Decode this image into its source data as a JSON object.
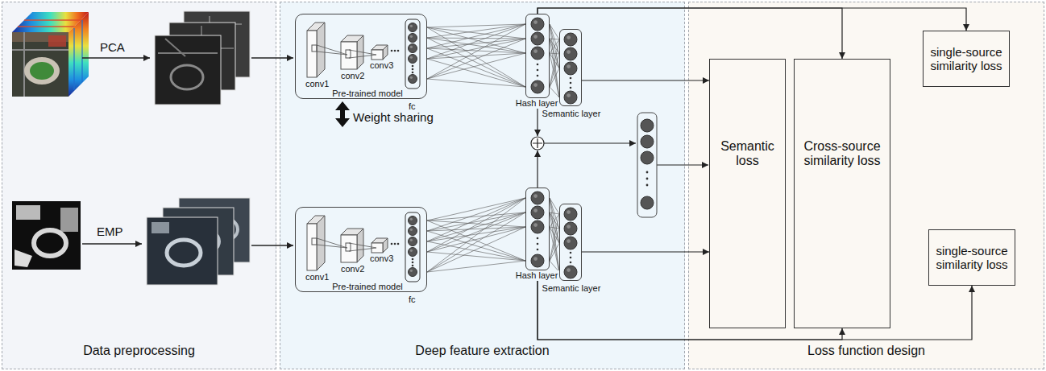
{
  "diagram": {
    "nodes": [
      {
        "text": [
          "Data preprocessing"
        ]
      },
      {
        "text": [
          "Deep feature extraction"
        ]
      },
      {
        "text": [
          "Loss function design"
        ]
      },
      {
        "text": [
          "conv1",
          "conv2",
          "conv3",
          "Pre-trained model",
          "fc"
        ],
        "in": 1
      },
      {
        "text": [
          "Hash layer"
        ],
        "in": 1
      },
      {
        "text": [
          "Semantic layer"
        ],
        "in": 1
      },
      {
        "text": [
          "conv1",
          "conv2",
          "conv3",
          "Pre-trained model",
          "fc"
        ],
        "in": 1
      },
      {
        "text": [
          "Hash layer"
        ],
        "in": 1
      },
      {
        "text": [
          "Semantic layer"
        ],
        "in": 1
      },
      {
        "text": [
          "Semantic loss"
        ],
        "in": 2
      },
      {
        "text": [
          "Cross-source similarity loss"
        ],
        "in": 2
      },
      {
        "text": [
          "single-source similarity loss"
        ],
        "in": 2
      },
      {
        "text": [
          "single-source similarity loss"
        ],
        "in": 2
      }
    ],
    "edges": [
      {
        "from": 3,
        "to": 4,
        "arrow": "none"
      },
      {
        "from": 4,
        "to": 5,
        "arrow": "none"
      },
      {
        "from": 6,
        "to": 7,
        "arrow": "none"
      },
      {
        "from": 7,
        "to": 8,
        "arrow": "none"
      },
      {
        "from": 5,
        "to": 9,
        "arrow": "to"
      },
      {
        "from": 8,
        "to": 9,
        "arrow": "to"
      },
      {
        "from": 4,
        "to": 10,
        "arrow": "to"
      },
      {
        "from": 4,
        "to": 11,
        "arrow": "to"
      },
      {
        "from": 7,
        "to": 10,
        "arrow": "to"
      },
      {
        "from": 7,
        "to": 12,
        "arrow": "to"
      }
    ],
    "labels": [
      "PCA",
      "EMP",
      "Weight sharing"
    ]
  }
}
